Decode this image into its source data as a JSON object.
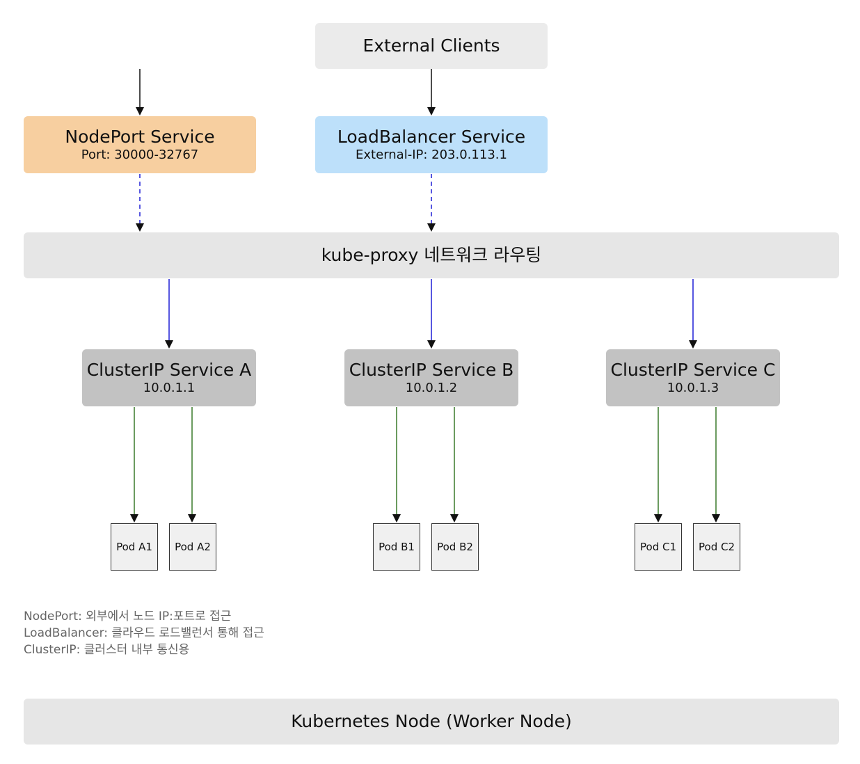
{
  "external_clients": {
    "label": "External Clients"
  },
  "nodeport": {
    "title": "NodePort Service",
    "subtitle": "Port: 30000-32767",
    "color": "#f7cfa0"
  },
  "loadbalancer": {
    "title": "LoadBalancer Service",
    "subtitle": "External-IP: 203.0.113.1",
    "color": "#bde0fa"
  },
  "kube_proxy": {
    "label": "kube-proxy 네트워크 라우팅"
  },
  "clusterip": [
    {
      "title": "ClusterIP Service A",
      "ip": "10.0.1.1",
      "pods": [
        "Pod A1",
        "Pod A2"
      ]
    },
    {
      "title": "ClusterIP Service B",
      "ip": "10.0.1.2",
      "pods": [
        "Pod B1",
        "Pod B2"
      ]
    },
    {
      "title": "ClusterIP Service C",
      "ip": "10.0.1.3",
      "pods": [
        "Pod C1",
        "Pod C2"
      ]
    }
  ],
  "notes": [
    "NodePort: 외부에서 노드 IP:포트로 접근",
    "LoadBalancer: 클라우드 로드밸런서 통해 접근",
    "ClusterIP: 클러스터 내부 통신용"
  ],
  "node": {
    "label": "Kubernetes Node (Worker Node)"
  },
  "colors": {
    "neutral_box": "#ebebeb",
    "cluster_box": "#c2c2c2",
    "proxy_bar": "#e6e6e6",
    "pod_fill": "#f0f0f0",
    "arrow_black": "#111111",
    "arrow_blue": "#1f1fd6",
    "arrow_green": "#3a7a2a"
  }
}
